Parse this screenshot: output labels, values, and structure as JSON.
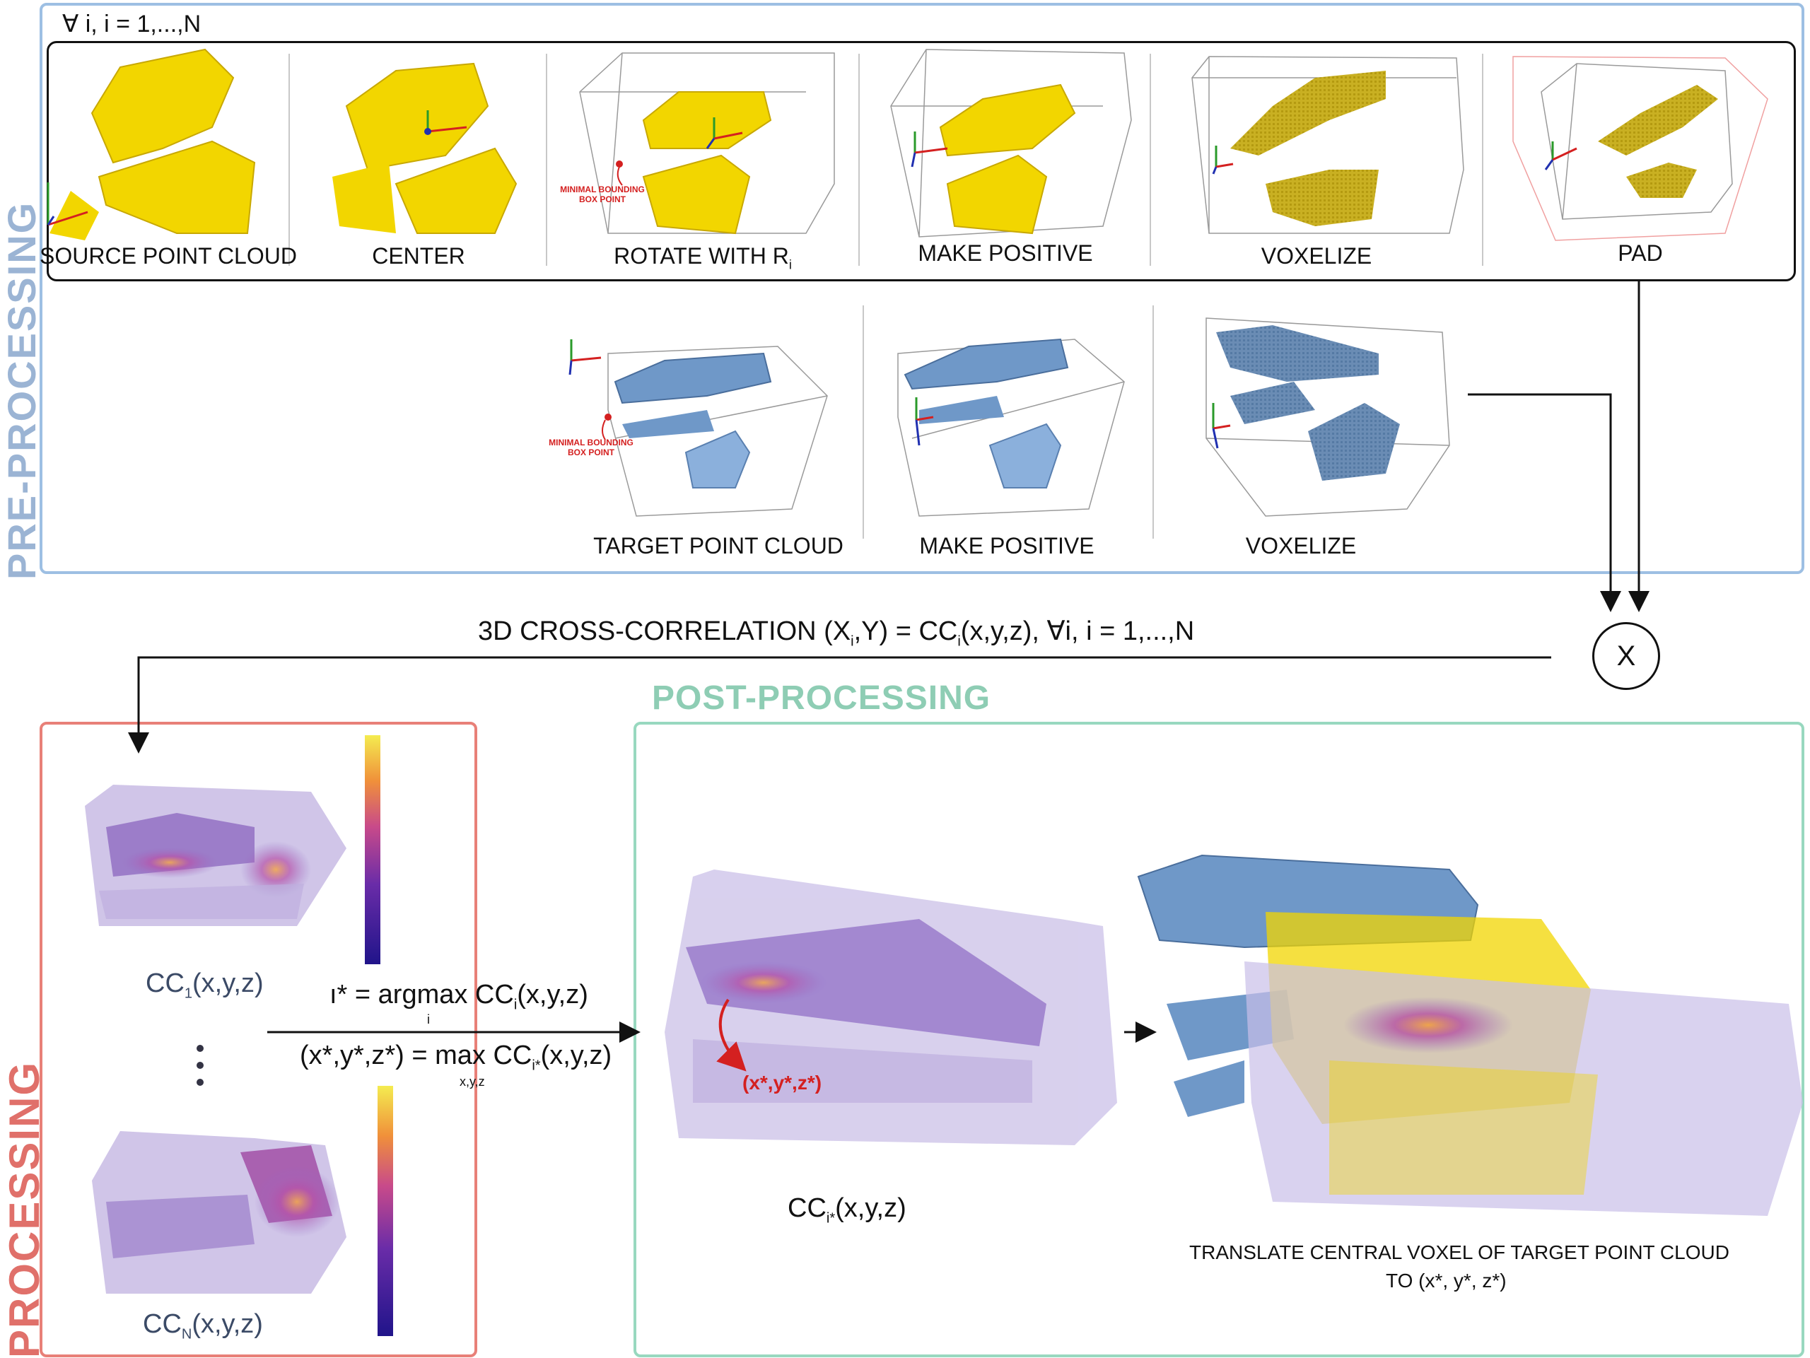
{
  "sections": {
    "pre_processing": "PRE-PROCESSING",
    "processing": "PROCESSING",
    "post_processing": "POST-PROCESSING"
  },
  "top_row": {
    "loop_label": "∀ i,   i = 1,...,N",
    "steps": [
      "SOURCE POINT CLOUD",
      "CENTER",
      "ROTATE WITH R",
      "MAKE POSITIVE",
      "VOXELIZE",
      "PAD"
    ],
    "rotate_subscript": "i",
    "annotation": [
      "MINIMAL BOUNDING",
      "BOX POINT"
    ]
  },
  "bottom_row": {
    "steps": [
      "TARGET POINT CLOUD",
      "MAKE POSITIVE",
      "VOXELIZE"
    ],
    "annotation": [
      "MINIMAL BOUNDING",
      "BOX POINT"
    ]
  },
  "cross_correlation": {
    "text_a": "3D CROSS-CORRELATION (X",
    "sub_a": "i",
    "text_b": ",Y) = CC",
    "sub_b": "i",
    "text_c": "(x,y,z),   ∀i,  i = 1,...,N",
    "operator": "X"
  },
  "processing": {
    "cc_first_base": "CC",
    "cc_first_sub": "1",
    "cc_first_args": "(x,y,z)",
    "cc_last_base": "CC",
    "cc_last_sub": "N",
    "cc_last_args": "(x,y,z)",
    "argmax_lhs": "ı* = argmax CC",
    "argmax_sub_i": "i",
    "argmax_args": "(x,y,z)",
    "argmax_under": "i",
    "max_lhs": "(x*,y*,z*) = max CC",
    "max_sub": "i*",
    "max_args": "(x,y,z)",
    "max_under": "x,y,z"
  },
  "post_processing": {
    "cc_star_base": "CC",
    "cc_star_sub": "i*",
    "cc_star_args": "(x,y,z)",
    "peak_label": "(x*,y*,z*)",
    "translate_line1": "TRANSLATE CENTRAL VOXEL OF TARGET POINT CLOUD",
    "translate_line2": "TO (x*, y*, z*)"
  },
  "colors": {
    "source_cloud": "#f2d600",
    "source_voxel": "#c8b020",
    "target_cloud": "#6f98c8",
    "target_voxel": "#5a7ea8",
    "heat_low": "#2a1a8a",
    "heat_mid": "#8a3aa8",
    "heat_high": "#f0e040",
    "pre_border": "#9dbfe3",
    "proc_border": "#e88078",
    "post_border": "#98d8bf",
    "annotation_red": "#d42020"
  }
}
